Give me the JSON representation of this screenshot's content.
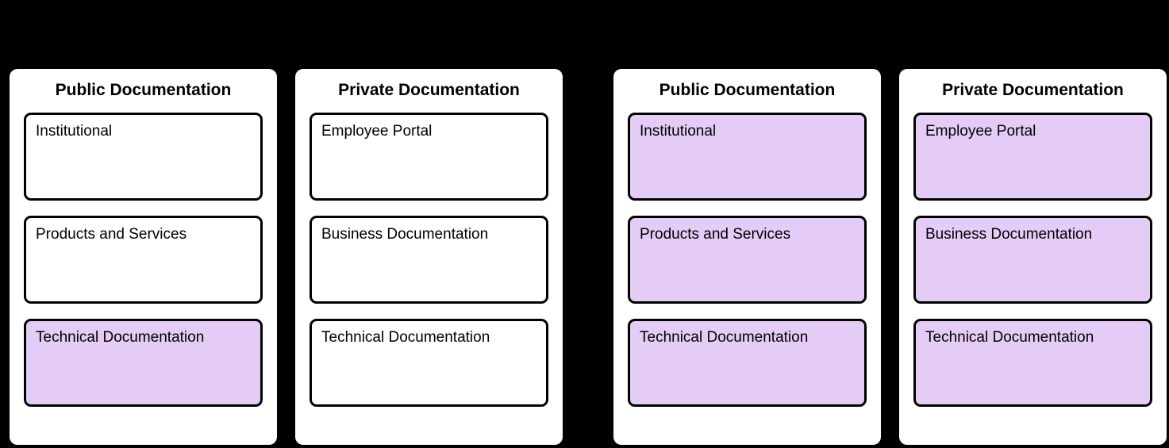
{
  "colors": {
    "background": "#000000",
    "panel_background": "#ffffff",
    "box_background": "#ffffff",
    "box_highlight": "#e5ccf7",
    "border": "#000000",
    "text": "#000000"
  },
  "panels": [
    {
      "title": "Public Documentation",
      "boxes": [
        {
          "label": "Institutional",
          "highlighted": false
        },
        {
          "label": "Products and Services",
          "highlighted": false
        },
        {
          "label": "Technical Documentation",
          "highlighted": true
        }
      ]
    },
    {
      "title": "Private Documentation",
      "boxes": [
        {
          "label": "Employee Portal",
          "highlighted": false
        },
        {
          "label": "Business Documentation",
          "highlighted": false
        },
        {
          "label": "Technical Documentation",
          "highlighted": false
        }
      ]
    },
    {
      "title": "Public Documentation",
      "boxes": [
        {
          "label": "Institutional",
          "highlighted": true
        },
        {
          "label": "Products and Services",
          "highlighted": true
        },
        {
          "label": "Technical Documentation",
          "highlighted": true
        }
      ]
    },
    {
      "title": "Private Documentation",
      "boxes": [
        {
          "label": "Employee Portal",
          "highlighted": true
        },
        {
          "label": "Business Documentation",
          "highlighted": true
        },
        {
          "label": "Technical Documentation",
          "highlighted": true
        }
      ]
    }
  ]
}
